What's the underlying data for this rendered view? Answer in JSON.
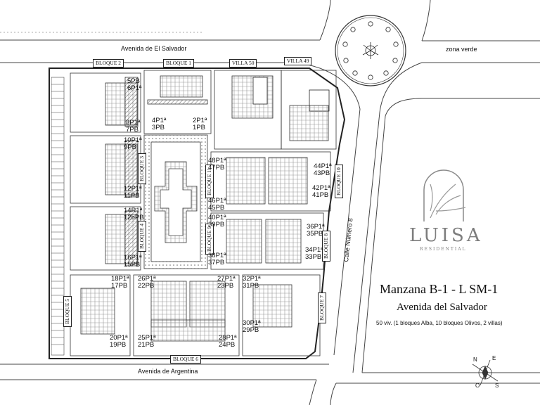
{
  "streets": {
    "north": "Avenida  de  El Salvador",
    "south": "Avenida  de  Argentina",
    "east": "Calle  Número  8",
    "green": "zona verde"
  },
  "blocks": {
    "b1": "BLOQUE 1",
    "b2": "BLOQUE 2",
    "b3": "BLOQUE 3",
    "b4": "BLOQUE 4",
    "b5": "BLOQUE 5",
    "b6": "BLOQUE 6",
    "b7": "BLOQUE 7",
    "b8": "BLOQUE 8",
    "b9": "BLOQUE 9",
    "b10": "BLOQUE 10",
    "b11": "BLOQUE 11",
    "v50": "VILLA 50",
    "v49": "VILLA 49"
  },
  "units": {
    "u5pb": "5PB",
    "u6p1": "6P1ª",
    "u8p1": "8P1ª",
    "u7pb": "7PB",
    "u4p1": "4P1ª",
    "u3pb": "3PB",
    "u2p1": "2P1ª",
    "u1pb": "1PB",
    "u10p1": "10P1ª",
    "u9pb": "9PB",
    "u12p1": "12P1ª",
    "u11pb": "11PB",
    "u14r1": "14R1ª",
    "u12bpb": "12bPB",
    "u16p1": "16P1ª",
    "u15pb": "15PB",
    "u48p1": "48P1ª",
    "u47pb": "47PB",
    "u46p1": "46P1ª",
    "u45pb": "45PB",
    "u44p1": "44P1ª",
    "u43pb": "43PB",
    "u42p1": "42P1ª",
    "u41pb": "41PB",
    "u40p1": "40P1ª",
    "u39pb": "39PB",
    "u38p1": "38P1ª",
    "u37pb": "37PB",
    "u36p1": "36P1ª",
    "u35pb": "35PB",
    "u34p1": "34P1ª",
    "u33pb": "33PB",
    "u18p1": "18P1ª",
    "u17pb": "17PB",
    "u26p1": "26P1ª",
    "u22pb": "22PB",
    "u27p1": "27P1ª",
    "u23pb": "23PB",
    "u32p1": "32P1ª",
    "u31pb": "31PB",
    "u20p1": "20P1ª",
    "u19pb": "19PB",
    "u25p1": "25P1ª",
    "u21pb": "21PB",
    "u28p1": "28P1ª",
    "u24pb": "24PB",
    "u30p1": "30P1ª",
    "u29pb": "29PB"
  },
  "logo": {
    "name": "LUISA",
    "sub": "RESIDENTIAL"
  },
  "info": {
    "title": "Manzana B-1 - L   SM-1",
    "subtitle": "Avenida del Salvador",
    "detail": "50 viv. (1 bloques Alba, 10 bloques Olivos, 2 villas)"
  },
  "compass": {
    "n": "N",
    "s": "S",
    "e": "E",
    "o": "O"
  },
  "colors": {
    "line": "#222222",
    "hatch": "#555555",
    "logo": "#8a8a8a"
  }
}
